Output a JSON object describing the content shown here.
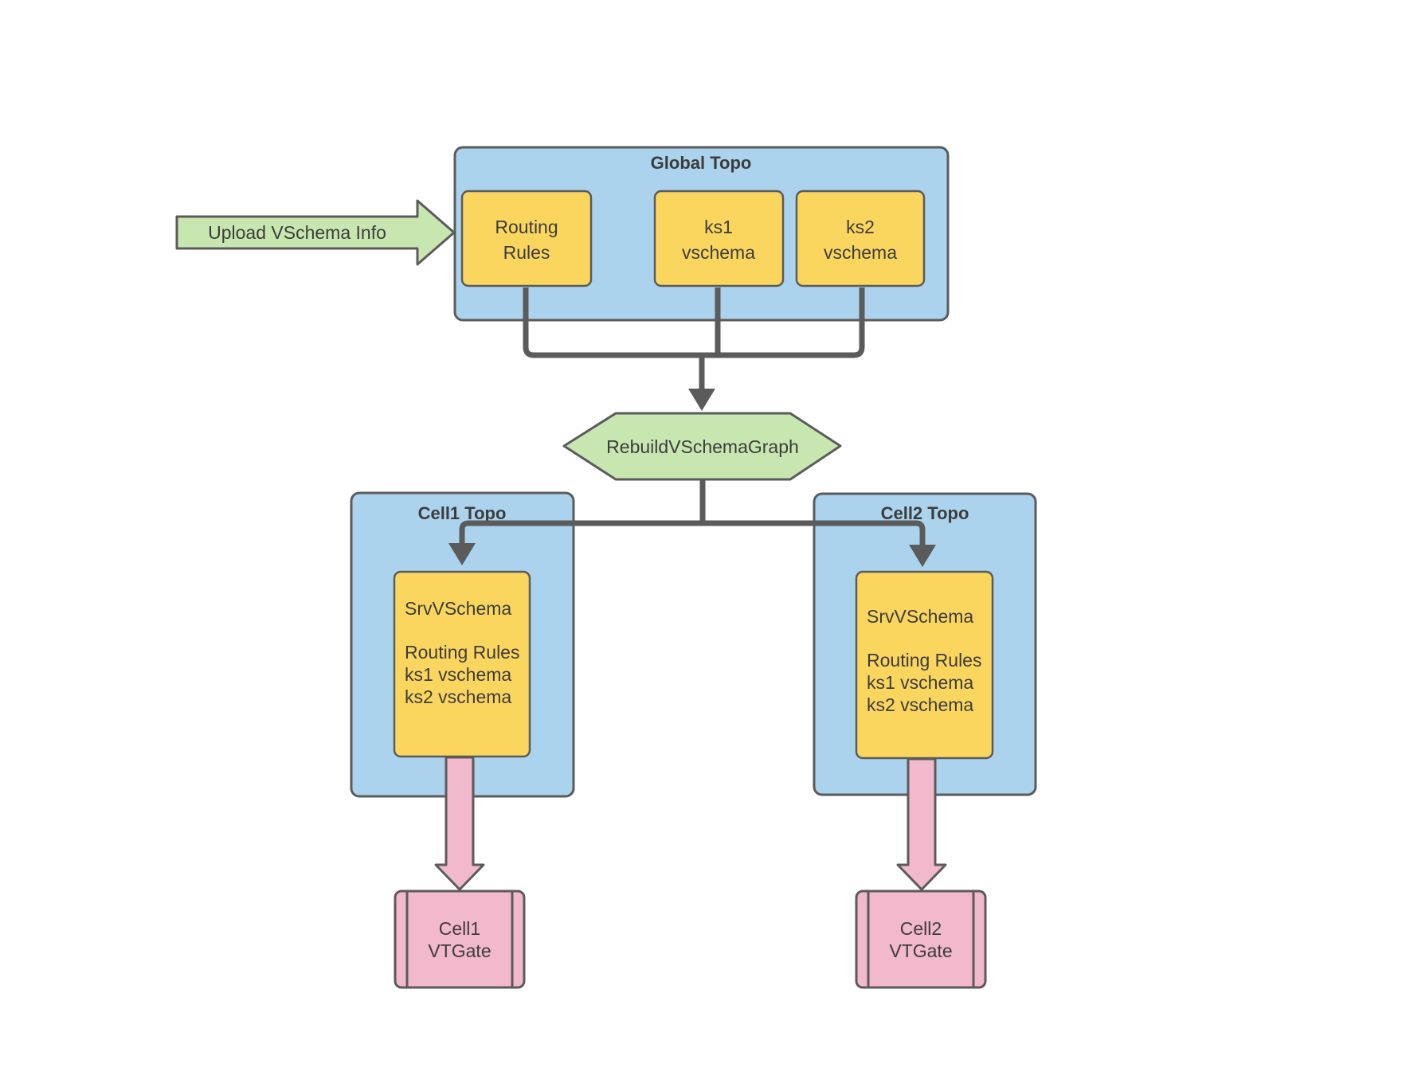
{
  "colors": {
    "container_blue": "#abd3ee",
    "node_yellow": "#fbd65f",
    "action_green": "#c8e7b0",
    "vtgate_pink": "#f2b8cb",
    "outline_gray": "#5b5b5b",
    "text_gray": "#3c3c3c"
  },
  "upload_arrow": {
    "label": "Upload VSchema Info"
  },
  "global_topo": {
    "title": "Global Topo",
    "routing_rules": {
      "line1": "Routing",
      "line2": "Rules"
    },
    "ks1": {
      "line1": "ks1",
      "line2": "vschema"
    },
    "ks2": {
      "line1": "ks2",
      "line2": "vschema"
    }
  },
  "rebuild_step": {
    "label": "RebuildVSchemaGraph"
  },
  "cell1": {
    "title": "Cell1 Topo",
    "srv_vschema": {
      "line1": "SrvVSchema",
      "line2": "Routing Rules",
      "line3": "ks1 vschema",
      "line4": "ks2 vschema"
    },
    "vtgate": {
      "line1": "Cell1",
      "line2": "VTGate"
    }
  },
  "cell2": {
    "title": "Cell2 Topo",
    "srv_vschema": {
      "line1": "SrvVSchema",
      "line2": "Routing Rules",
      "line3": "ks1 vschema",
      "line4": "ks2 vschema"
    },
    "vtgate": {
      "line1": "Cell2",
      "line2": "VTGate"
    }
  }
}
